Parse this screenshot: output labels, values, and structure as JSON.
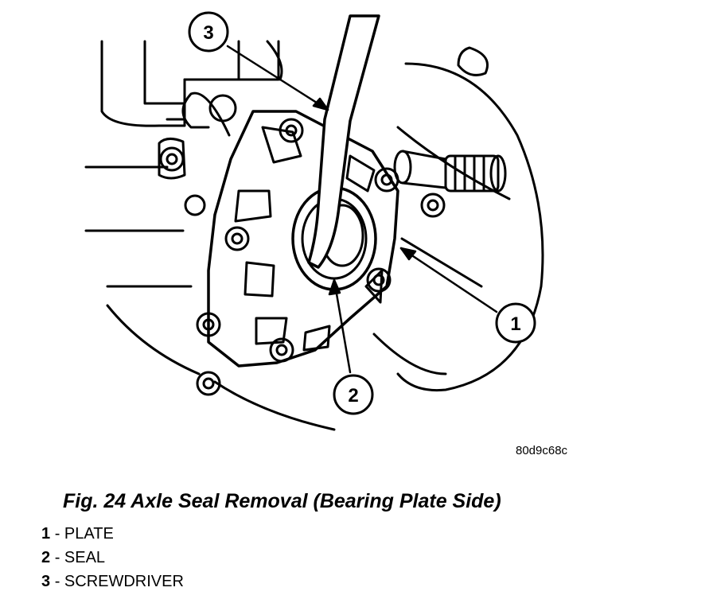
{
  "figure": {
    "id_code": "80d9c68c",
    "callouts": [
      "1",
      "2",
      "3"
    ]
  },
  "caption": "Fig. 24 Axle Seal Removal (Bearing Plate Side)",
  "legend": [
    {
      "num": "1",
      "label": "- PLATE"
    },
    {
      "num": "2",
      "label": "- SEAL"
    },
    {
      "num": "3",
      "label": "- SCREWDRIVER"
    }
  ]
}
